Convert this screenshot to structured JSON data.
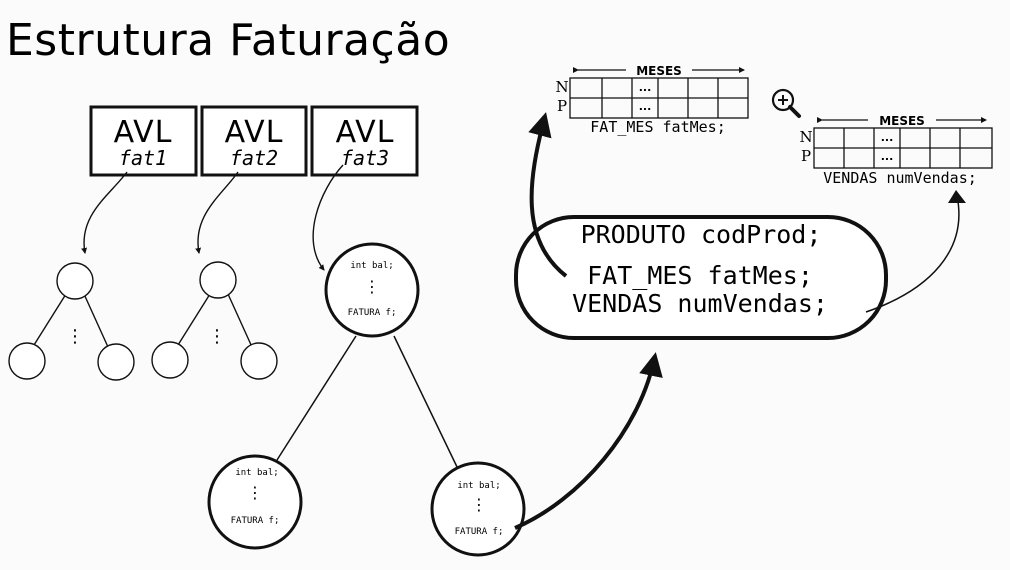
{
  "title": "Estrutura Faturação",
  "avl_boxes": [
    {
      "label": "AVL",
      "name": "fat1"
    },
    {
      "label": "AVL",
      "name": "fat2"
    },
    {
      "label": "AVL",
      "name": "fat3"
    }
  ],
  "node": {
    "line1": "int bal;",
    "dots": "⋮",
    "line2": "FATURA f;"
  },
  "small_dots": "⋮",
  "produto_box": {
    "line1": "PRODUTO codProd;",
    "line2": "FAT_MES fatMes;",
    "line3": "VENDAS numVendas;"
  },
  "table_fat": {
    "header": "MESES",
    "rows": [
      "N",
      "P"
    ],
    "ellipsis": "...",
    "caption": "FAT_MES fatMes;"
  },
  "table_vendas": {
    "header": "MESES",
    "rows": [
      "N",
      "P"
    ],
    "ellipsis": "...",
    "caption": "VENDAS numVendas;"
  },
  "icons": [
    "zoom-in-icon"
  ]
}
